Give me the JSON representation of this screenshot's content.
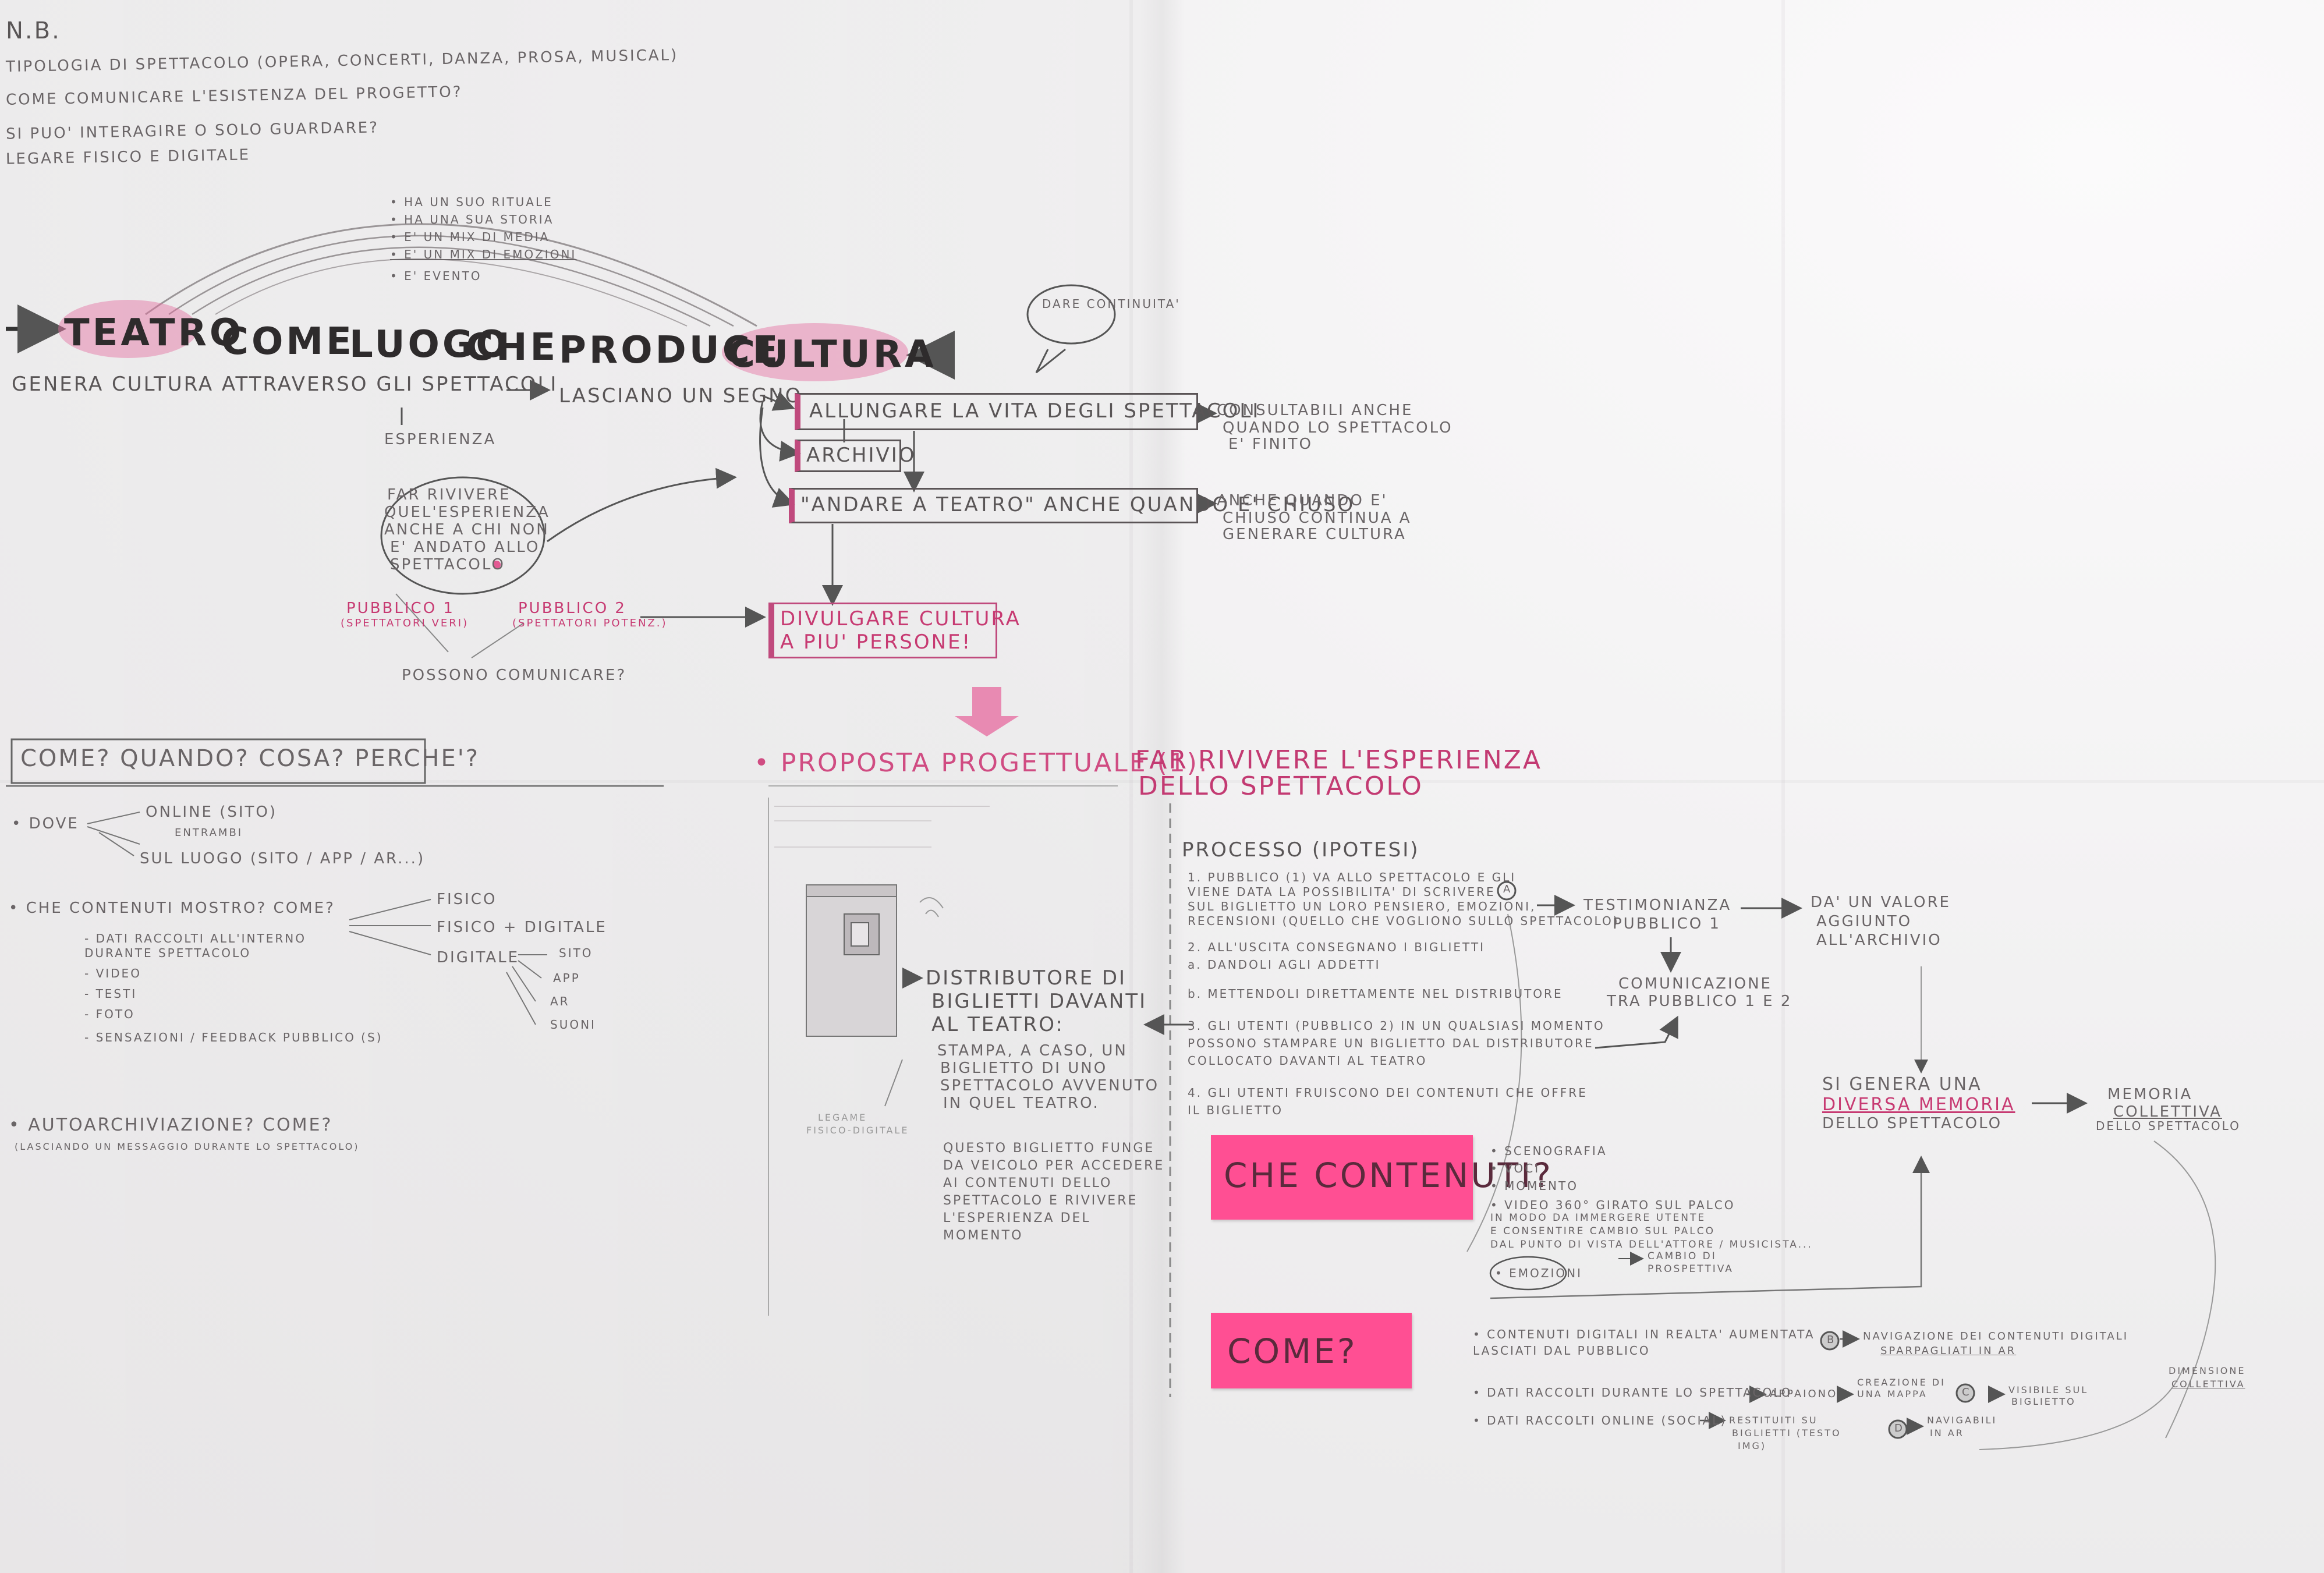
{
  "header": {
    "nb": "N.B.",
    "notes": [
      "TIPOLOGIA DI SPETTACOLO (OPERA, CONCERTI, DANZA, PROSA, MUSICAL)",
      "COME COMUNICARE L'ESISTENZA DEL PROGETTO?",
      "SI PUO' INTERAGIRE O SOLO GUARDARE?",
      "LEGARE FISICO E DIGITALE"
    ]
  },
  "ritual_list": [
    "• HA UN SUO RITUALE",
    "• HA UNA SUA STORIA",
    "• E' UN MIX DI MEDIA",
    "• E' UN MIX DI EMOZIONI",
    "• E' EVENTO"
  ],
  "main_title": {
    "w1": "TEATRO",
    "w2": "COME",
    "w3": "LUOGO",
    "w4": "CHE",
    "w5": "PRODUCE",
    "w6": "CULTURA"
  },
  "flow": {
    "genera": "GENERA CULTURA ATTRAVERSO GLI SPETTACOLI",
    "lasciano": "LASCIANO UN SEGNO",
    "esperienza": "ESPERIENZA",
    "dare_continuita": "DARE CONTINUITA'",
    "allungare": "ALLUNGARE LA VITA DEGLI SPETTACOLI",
    "archivio": "ARCHIVIO",
    "andare": "\"ANDARE A TEATRO\" ANCHE QUANDO E' CHIUSO",
    "consultabili": [
      "CONSULTABILI ANCHE",
      "QUANDO LO SPETTACOLO",
      "E' FINITO"
    ],
    "anche_quando": [
      "ANCHE QUANDO E'",
      "CHIUSO CONTINUA A",
      "GENERARE CULTURA"
    ],
    "far_rivivere": [
      "FAR RIVIVERE",
      "QUEL'ESPERIENZA",
      "ANCHE A CHI NON",
      "E' ANDATO ALLO",
      "SPETTACOLO"
    ],
    "pubblico1": [
      "PUBBLICO 1",
      "(SPETTATORI VERI)"
    ],
    "pubblico2": [
      "PUBBLICO 2",
      "(SPETTATORI POTENZ.)"
    ],
    "possono": "POSSONO COMUNICARE?",
    "divulgare": [
      "DIVULGARE CULTURA",
      "A PIU' PERSONE!"
    ]
  },
  "questions": {
    "title": "COME? QUANDO? COSA? PERCHE'?",
    "dove": "• DOVE",
    "online": "ONLINE (SITO)",
    "entrambi": "ENTRAMBI",
    "sul_luogo": "SUL LUOGO (SITO / APP / AR...)",
    "che_contenuti": "• CHE CONTENUTI MOSTRO? COME?",
    "fisico": "FISICO",
    "fisico_digitale": "FISICO + DIGITALE",
    "digitale": "DIGITALE",
    "digitale_opts": [
      "SITO",
      "APP",
      "AR",
      "SUONI"
    ],
    "content_list": [
      "- DATI RACCOLTI ALL'INTERNO",
      "  DURANTE SPETTACOLO",
      "- VIDEO",
      "- TESTI",
      "- FOTO",
      "- SENSAZIONI / FEEDBACK PUBBLICO (S)"
    ],
    "autoarchiviazione": "• AUTOARCHIVIAZIONE? COME?",
    "autoarch_sub": "(LASCIANDO UN MESSAGGIO DURANTE LO SPETTACOLO)"
  },
  "proposal": {
    "title_a": "• PROPOSTA PROGETTUALE (1):",
    "title_b": "FAR RIVIVERE L'ESPERIENZA",
    "title_c": "DELLO SPETTACOLO",
    "distributore": [
      "DISTRIBUTORE DI",
      "BIGLIETTI DAVANTI",
      "AL TEATRO:"
    ],
    "stampa": [
      "STAMPA, A CASO, UN",
      "BIGLIETTO DI UNO",
      "SPETTACOLO AVVENUTO",
      "IN QUEL TEATRO."
    ],
    "questo": [
      "QUESTO BIGLIETTO FUNGE",
      "DA VEICOLO PER ACCEDERE",
      "AI CONTENUTI DELLO",
      "SPETTACOLO E RIVIVERE",
      "L'ESPERIENZA DEL",
      "MOMENTO"
    ],
    "legame": [
      "LEGAME",
      "FISICO-DIGITALE"
    ]
  },
  "process": {
    "title": "PROCESSO (IPOTESI)",
    "steps": [
      "1. PUBBLICO (1) VA ALLO SPETTACOLO E GLI",
      "   VIENE DATA LA POSSIBILITA' DI SCRIVERE",
      "   SUL BIGLIETTO UN LORO PENSIERO, EMOZIONI,",
      "   RECENSIONI (QUELLO CHE VOGLIONO SULLO SPETTACOLO)",
      "2. ALL'USCITA CONSEGNANO I BIGLIETTI",
      "   a. DANDOLI AGLI ADDETTI",
      "   b. METTENDOLI DIRETTAMENTE NEL DISTRIBUTORE",
      "3. GLI UTENTI (PUBBLICO 2) IN UN QUALSIASI MOMENTO",
      "   POSSONO STAMPARE UN BIGLIETTO DAL DISTRIBUTORE",
      "   COLLOCATO DAVANTI AL TEATRO",
      "4. GLI UTENTI FRUISCONO DEI CONTENUTI CHE OFFRE",
      "   IL BIGLIETTO"
    ],
    "testimonianza": [
      "TESTIMONIANZA",
      "PUBBLICO 1"
    ],
    "da_valore": [
      "DA' UN VALORE",
      "AGGIUNTO",
      "ALL'ARCHIVIO"
    ],
    "comunicazione": [
      "COMUNICAZIONE",
      "TRA PUBBLICO 1 E 2"
    ],
    "si_genera": [
      "SI GENERA UNA",
      "DIVERSA MEMORIA",
      "DELLO SPETTACOLO"
    ],
    "memoria": [
      "MEMORIA",
      "COLLETTIVA",
      "DELLO SPETTACOLO"
    ]
  },
  "stickies": {
    "che_contenuti": "CHE CONTENUTI?",
    "come": "COME?"
  },
  "contents": {
    "list": [
      "• SCENOGRAFIA",
      "• VOCI",
      "• MOMENTO",
      "• VIDEO 360° GIRATO SUL PALCO",
      "  IN MODO DA IMMERGERE UTENTE",
      "  E CONSENTIRE CAMBIO SUL PALCO",
      "  DAL PUNTO DI VISTA DELL'ATTORE / MUSICISTA..."
    ],
    "cambio": [
      "CAMBIO DI",
      "PROSPETTIVA"
    ],
    "emozioni": "• EMOZIONI",
    "come_list": [
      "• CONTENUTI DIGITALI IN REALTA' AUMENTATA",
      "  LASCIATI DAL PUBBLICO",
      "• DATI RACCOLTI DURANTE LO SPETTACOLO",
      "• DATI RACCOLTI ONLINE (SOCIAL)"
    ],
    "navigazione": [
      "NAVIGAZIONE DEI CONTENUTI DIGITALI",
      "SPARPAGLIATI IN AR"
    ],
    "appaiono": "APPAIONO",
    "creazione": [
      "CREAZIONE DI",
      "UNA MAPPA"
    ],
    "visibili": [
      "VISIBILE SUL",
      "BIGLIETTO"
    ],
    "restituiti": [
      "RESTITUITI SU",
      "BIGLIETTI (TESTO",
      "IMG)"
    ],
    "navigabili": [
      "NAVIGABILI",
      "IN AR"
    ],
    "dimensione": [
      "DIMENSIONE",
      "COLLETTIVA"
    ],
    "badges": [
      "A",
      "B",
      "C",
      "D"
    ]
  },
  "colors": {
    "pink_marker": "#e56ea0",
    "sticky": "#ff4f93",
    "pencil": "#5e5b5c",
    "red_pencil": "#c73a72"
  }
}
